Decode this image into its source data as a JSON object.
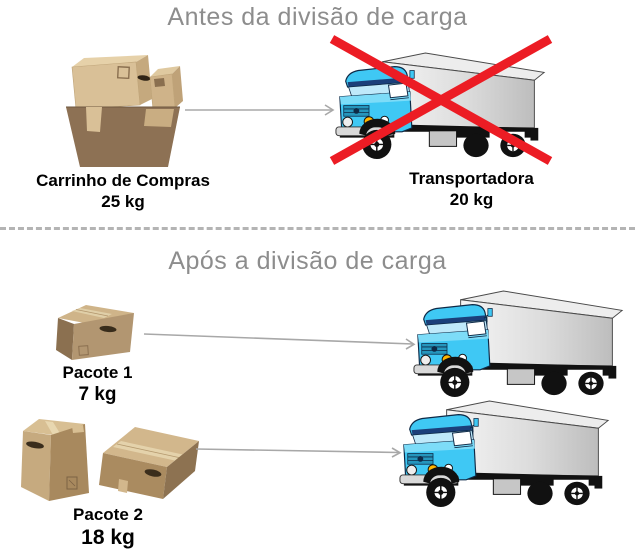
{
  "before": {
    "title": "Antes da divisão de carga",
    "cart": {
      "label": "Carrinho de Compras",
      "weight": "25 kg"
    },
    "carrier": {
      "label": "Transportadora",
      "weight": "20 kg",
      "status": "crossed-out"
    }
  },
  "after": {
    "title": "Após a divisão de carga",
    "packages": [
      {
        "label": "Pacote 1",
        "weight": "7 kg"
      },
      {
        "label": "Pacote 2",
        "weight": "18 kg"
      }
    ]
  },
  "icons": {
    "cross": "red-cross-icon",
    "arrow": "arrow-right-icon"
  },
  "colors": {
    "title_gray": "#8d8d8d",
    "label_text": "#000000",
    "cross_red": "#ec1c24",
    "truck_cab_blue": "#3fc8f4",
    "cargo_box_gray": "#d8d8d8",
    "cardboard_brown": "#b29671",
    "arrow_gray": "#a8a8a8",
    "divider_gray": "#b4b4b4"
  }
}
